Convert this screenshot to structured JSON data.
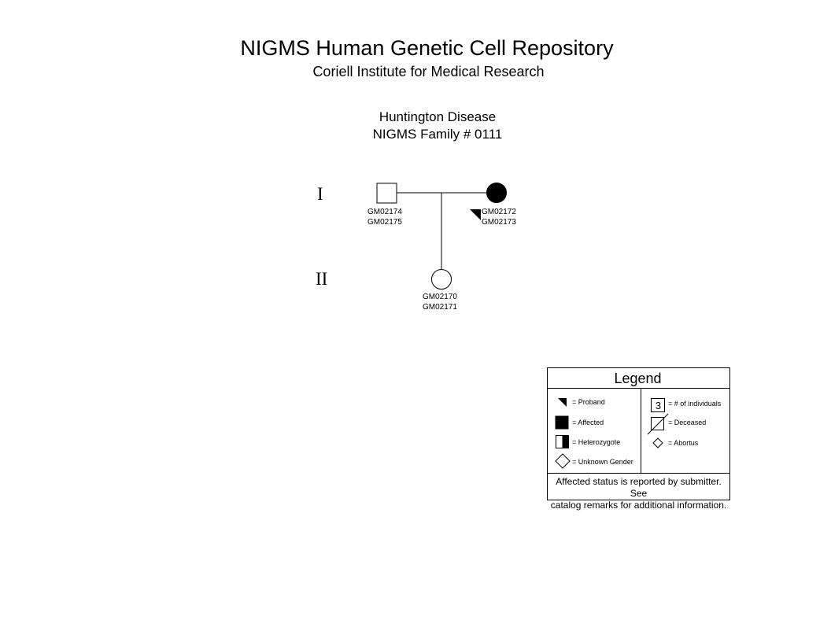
{
  "header": {
    "title": "NIGMS Human Genetic Cell Repository",
    "subtitle": "Coriell Institute for Medical Research"
  },
  "pedigree": {
    "disease": "Huntington Disease",
    "family": "NIGMS Family # 0111",
    "generations": [
      "I",
      "II"
    ],
    "individuals": [
      {
        "shape": "square",
        "status": "unaffected",
        "ids": [
          "GM02174",
          "GM02175"
        ]
      },
      {
        "shape": "circle",
        "status": "affected",
        "proband": true,
        "ids": [
          "GM02172",
          "GM02173"
        ]
      },
      {
        "shape": "circle",
        "status": "unaffected",
        "ids": [
          "GM02170",
          "GM02171"
        ]
      }
    ]
  },
  "legend": {
    "title": "Legend",
    "items_left": [
      {
        "icon": "proband-arrow-icon",
        "label": "= Proband"
      },
      {
        "icon": "affected-square-icon",
        "label": "= Affected"
      },
      {
        "icon": "heterozygote-square-icon",
        "label": "= Heterozygote"
      },
      {
        "icon": "unknown-gender-diamond-icon",
        "label": "= Unknown Gender"
      }
    ],
    "items_right": [
      {
        "icon": "count-box-icon",
        "value": "3",
        "label": "= # of individuals"
      },
      {
        "icon": "deceased-slash-icon",
        "label": "= Deceased"
      },
      {
        "icon": "abortus-diamond-icon",
        "label": "= Abortus"
      }
    ],
    "note_line1": "Affected status is reported by submitter. See",
    "note_line2": "catalog remarks for additional information."
  },
  "colors": {
    "ink": "#000000",
    "background": "#ffffff"
  }
}
